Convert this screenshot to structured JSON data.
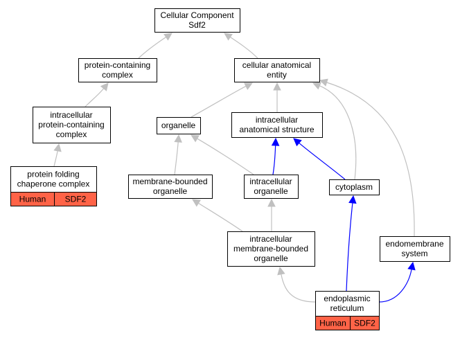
{
  "colors": {
    "gray_edge": "#c0c0c0",
    "blue_edge": "#0000ff",
    "tag_fill": "#ff6347",
    "node_border": "#000000"
  },
  "nodes": {
    "cellular_component": [
      "Cellular Component",
      "Sdf2"
    ],
    "protein_containing_complex": [
      "protein-containing",
      "complex"
    ],
    "cellular_anatomical_entity": [
      "cellular anatomical",
      "entity"
    ],
    "intracellular_protein_containing_complex": [
      "intracellular",
      "protein-containing",
      "complex"
    ],
    "organelle": [
      "organelle"
    ],
    "intracellular_anatomical_structure": [
      "intracellular",
      "anatomical structure"
    ],
    "protein_folding_chaperone_complex": [
      "protein folding",
      "chaperone complex"
    ],
    "membrane_bounded_organelle": [
      "membrane-bounded",
      "organelle"
    ],
    "intracellular_organelle": [
      "intracellular",
      "organelle"
    ],
    "cytoplasm": [
      "cytoplasm"
    ],
    "intracellular_membrane_bounded_organelle": [
      "intracellular",
      "membrane-bounded",
      "organelle"
    ],
    "endomembrane_system": [
      "endomembrane",
      "system"
    ],
    "endoplasmic_reticulum": [
      "endoplasmic",
      "reticulum"
    ]
  },
  "annotations": {
    "protein_folding_chaperone_complex": [
      "Human",
      "SDF2"
    ],
    "endoplasmic_reticulum": [
      "Human",
      "SDF2"
    ]
  },
  "edges": [
    {
      "from": "protein_containing_complex",
      "to": "cellular_component",
      "color": "gray"
    },
    {
      "from": "cellular_anatomical_entity",
      "to": "cellular_component",
      "color": "gray"
    },
    {
      "from": "intracellular_protein_containing_complex",
      "to": "protein_containing_complex",
      "color": "gray"
    },
    {
      "from": "protein_folding_chaperone_complex",
      "to": "intracellular_protein_containing_complex",
      "color": "gray"
    },
    {
      "from": "organelle",
      "to": "cellular_anatomical_entity",
      "color": "gray"
    },
    {
      "from": "intracellular_anatomical_structure",
      "to": "cellular_anatomical_entity",
      "color": "gray"
    },
    {
      "from": "cytoplasm",
      "to": "cellular_anatomical_entity",
      "color": "gray"
    },
    {
      "from": "endomembrane_system",
      "to": "cellular_anatomical_entity",
      "color": "gray"
    },
    {
      "from": "membrane_bounded_organelle",
      "to": "organelle",
      "color": "gray"
    },
    {
      "from": "intracellular_organelle",
      "to": "organelle",
      "color": "gray"
    },
    {
      "from": "intracellular_organelle",
      "to": "intracellular_anatomical_structure",
      "color": "blue"
    },
    {
      "from": "cytoplasm",
      "to": "intracellular_anatomical_structure",
      "color": "blue"
    },
    {
      "from": "intracellular_membrane_bounded_organelle",
      "to": "membrane_bounded_organelle",
      "color": "gray"
    },
    {
      "from": "intracellular_membrane_bounded_organelle",
      "to": "intracellular_organelle",
      "color": "gray"
    },
    {
      "from": "endoplasmic_reticulum",
      "to": "intracellular_membrane_bounded_organelle",
      "color": "gray"
    },
    {
      "from": "endoplasmic_reticulum",
      "to": "cytoplasm",
      "color": "blue"
    },
    {
      "from": "endoplasmic_reticulum",
      "to": "endomembrane_system",
      "color": "blue"
    }
  ]
}
